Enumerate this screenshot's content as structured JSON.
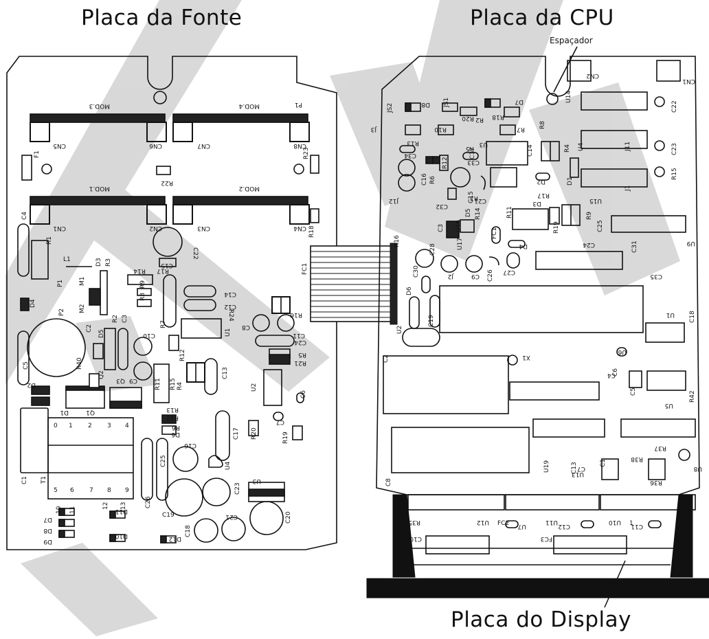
{
  "titles": {
    "power_board": "Placa da Fonte",
    "cpu_board": "Placa da CPU",
    "display_board": "Placa do Display",
    "spacer": "Espaçador"
  },
  "watermark": {
    "text": "BRA",
    "color": "#bdbdbd"
  },
  "power_board": {
    "modules": [
      "MOD.3",
      "MOD.4",
      "MOD.1",
      "MOD.2"
    ],
    "connectors": [
      "CN5",
      "CN6",
      "CN7",
      "CN8",
      "CN1",
      "CN2",
      "CN3",
      "CN4"
    ],
    "labels": [
      "P1",
      "F1",
      "R23",
      "R22",
      "C4",
      "R18",
      "C22",
      "R1",
      "L1",
      "D3",
      "R3",
      "FC1",
      "P1",
      "M1",
      "R14",
      "R17",
      "C15",
      "C14",
      "C12",
      "R24",
      "R16",
      "P2",
      "M2",
      "R9",
      "R8",
      "D4",
      "C2",
      "D5",
      "R2",
      "C3",
      "C10",
      "R7",
      "C8",
      "U1",
      "C11",
      "C24",
      "R5",
      "R21",
      "C5",
      "R40",
      "Q2",
      "R12",
      "R11",
      "R15",
      "R4",
      "C13",
      "U2",
      "D2",
      "Q3",
      "C9",
      "C6",
      "D1",
      "Q1",
      "R13",
      "R10",
      "R6",
      "D6",
      "C17",
      "R20",
      "C7",
      "R19",
      "C16",
      "U4",
      "C25",
      "C1",
      "T1",
      "C26",
      "C23",
      "U3",
      "C19",
      "C21",
      "C20",
      "C18",
      "D7",
      "D8",
      "D9",
      "D11",
      "D10",
      "D12"
    ],
    "transformer_pins": [
      "0",
      "1",
      "2",
      "3",
      "4",
      "5",
      "6",
      "7",
      "8",
      "9",
      "10",
      "11",
      "12",
      "13"
    ]
  },
  "cpu_board": {
    "labels": [
      "CN2",
      "CN1",
      "U14",
      "C22",
      "JS2",
      "D8",
      "JS1",
      "D7",
      "R18",
      "R7",
      "R8",
      "J3",
      "R10",
      "R20",
      "R2",
      "R13",
      "U3",
      "C14",
      "R4",
      "U4",
      "J11",
      "C23",
      "C34",
      "R5",
      "C33",
      "C17",
      "R12",
      "C16",
      "R6",
      "D2",
      "D1",
      "J1",
      "R15",
      "J12",
      "C32",
      "C15",
      "R3",
      "C21",
      "D3",
      "R17",
      "U15",
      "C3",
      "U16",
      "D5",
      "R14",
      "R11",
      "R19",
      "R9",
      "C25",
      "R16",
      "U17",
      "FC1",
      "D4",
      "C24",
      "C28",
      "U9",
      "C27",
      "C31",
      "J2",
      "C9",
      "C26",
      "C30",
      "D6",
      "C35",
      "C19",
      "U1",
      "C18",
      "U2",
      "C2",
      "X1",
      "U6",
      "C6",
      "C4",
      "C5",
      "U5",
      "R42",
      "U19",
      "C1",
      "C7",
      "C13",
      "U13",
      "R38",
      "R37",
      "U8",
      "R36",
      "C8",
      "R35",
      "U7",
      "U12",
      "C12",
      "U11",
      "C11",
      "U10",
      "C10",
      "FC3",
      "FC2",
      "1",
      "1"
    ]
  }
}
